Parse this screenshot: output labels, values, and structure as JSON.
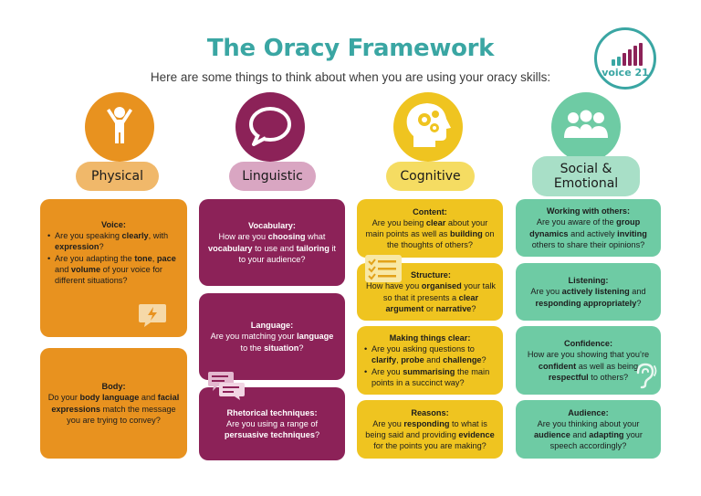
{
  "header": {
    "title": "The Oracy Framework",
    "subtitle": "Here are some things to think about when you are using your oracy skills:",
    "logo_text": "voice 21"
  },
  "colors": {
    "teal": "#3aa6a3",
    "physical": "#e8921f",
    "linguistic": "#8c2258",
    "cognitive": "#efc420",
    "social": "#6ecba4"
  },
  "columns": {
    "physical": {
      "label": "Physical",
      "icon": "person-arms-raised-icon",
      "cards": {
        "voice": {
          "heading": "Voice:",
          "b1_a": "Are you speaking ",
          "b1_b": "clearly",
          "b1_c": ", with ",
          "b1_d": "expression",
          "b1_e": "?",
          "b2_a": "Are you adapting the ",
          "b2_b": "tone",
          "b2_c": ", ",
          "b2_d": "pace",
          "b2_e": " and ",
          "b2_f": "volume",
          "b2_g": " of your voice for different situations?"
        },
        "body": {
          "heading": "Body:",
          "t_a": "Do your ",
          "t_b": "body language",
          "t_c": " and ",
          "t_d": "facial expressions",
          "t_e": " match the message you are trying to convey?"
        }
      }
    },
    "linguistic": {
      "label": "Linguistic",
      "icon": "speech-bubble-icon",
      "cards": {
        "vocabulary": {
          "heading": "Vocabulary:",
          "t_a": "How are you ",
          "t_b": "choosing",
          "t_c": " what ",
          "t_d": "vocabulary",
          "t_e": " to use and ",
          "t_f": "tailoring",
          "t_g": " it to your audience?"
        },
        "language": {
          "heading": "Language:",
          "t_a": "Are you matching your ",
          "t_b": "language",
          "t_c": " to the ",
          "t_d": "situation",
          "t_e": "?"
        },
        "rhetorical": {
          "heading": "Rhetorical techniques:",
          "t_a": "Are you using a range of ",
          "t_b": "persuasive techniques",
          "t_c": "?"
        }
      }
    },
    "cognitive": {
      "label": "Cognitive",
      "icon": "head-gears-icon",
      "cards": {
        "content": {
          "heading": "Content:",
          "t_a": "Are you being ",
          "t_b": "clear",
          "t_c": " about your main points as well as ",
          "t_d": "building",
          "t_e": " on the thoughts of others?"
        },
        "structure": {
          "heading": "Structure:",
          "t_a": "How have you ",
          "t_b": "organised",
          "t_c": " your talk so that it presents a ",
          "t_d": "clear argument",
          "t_e": " or ",
          "t_f": "narrative",
          "t_g": "?"
        },
        "making_clear": {
          "heading": "Making things clear:",
          "b1_a": "Are you asking questions to ",
          "b1_b": "clarify",
          "b1_c": ", ",
          "b1_d": "probe",
          "b1_e": " and ",
          "b1_f": "challenge",
          "b1_g": "?",
          "b2_a": "Are you ",
          "b2_b": "summarising",
          "b2_c": " the main points in a succinct way?"
        },
        "reasons": {
          "heading": "Reasons:",
          "t_a": "Are you ",
          "t_b": "responding",
          "t_c": " to what is being said and providing ",
          "t_d": "evidence",
          "t_e": " for the points you are making?"
        }
      }
    },
    "social": {
      "label_1": "Social &",
      "label_2": "Emotional",
      "icon": "group-of-people-icon",
      "cards": {
        "working": {
          "heading": "Working with others:",
          "t_a": "Are you aware of the ",
          "t_b": "group dynamics",
          "t_c": " and actively ",
          "t_d": "inviting",
          "t_e": " others to share their opinions?"
        },
        "listening": {
          "heading": "Listening:",
          "t_a": "Are you ",
          "t_b": "actively listening",
          "t_c": " and ",
          "t_d": "responding appropriately",
          "t_e": "?"
        },
        "confidence": {
          "heading": "Confidence:",
          "t_a": "How are you showing that you’re ",
          "t_b": "confident",
          "t_c": " as well as being ",
          "t_d": "respectful",
          "t_e": " to others?"
        },
        "audience": {
          "heading": "Audience:",
          "t_a": "Are you thinking about your ",
          "t_b": "audience",
          "t_c": " and ",
          "t_d": "adapting",
          "t_e": " your speech accordingly?"
        }
      }
    }
  }
}
